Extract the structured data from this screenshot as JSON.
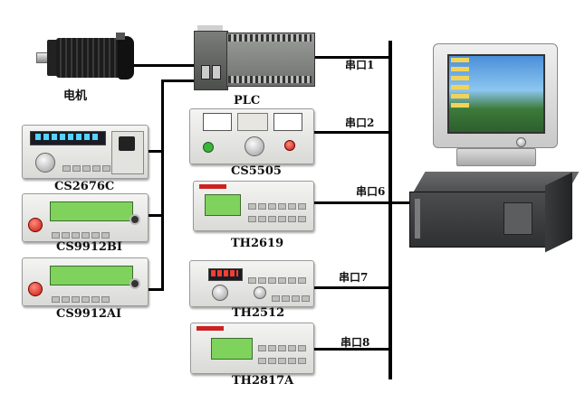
{
  "devices": {
    "motor": "电机",
    "plc": "PLC",
    "cs5505": "CS5505",
    "cs2676c": "CS2676C",
    "cs9912bi": "CS9912BI",
    "cs9912ai": "CS9912AI",
    "th2619": "TH2619",
    "th2512": "TH2512",
    "th2817a": "TH2817A"
  },
  "ports": {
    "p1": "串口1",
    "p2": "串口2",
    "p6": "串口6",
    "p7": "串口7",
    "p8": "串口8"
  },
  "colors": {
    "line": "#000000",
    "lcd_green": "#7fd35d",
    "plc_gray": "#8d8f8d",
    "server_dark": "#3a3b3d"
  }
}
